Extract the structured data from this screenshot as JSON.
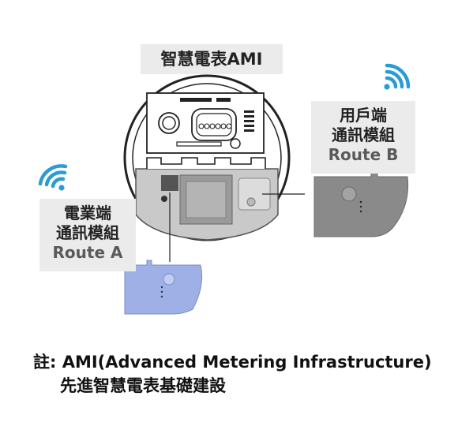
{
  "title": "智慧電表AMI",
  "route_a": {
    "line1": "電業端",
    "line2": "通訊模組",
    "line3": "Route A"
  },
  "route_b": {
    "line1": "用戶端",
    "line2": "通訊模組",
    "line3": "Route B"
  },
  "note": {
    "line1": "註: AMI(Advanced Metering Infrastructure)",
    "line2": "先進智慧電表基礎建設"
  },
  "colors": {
    "wifi_a": "#2b9bd6",
    "wifi_b": "#2b9bd6",
    "module_a": "#9fb0e6",
    "module_b": "#8a8a8a",
    "label_bg": "#ebebeb"
  },
  "icons": [
    "wifi-icon",
    "wifi-icon"
  ]
}
